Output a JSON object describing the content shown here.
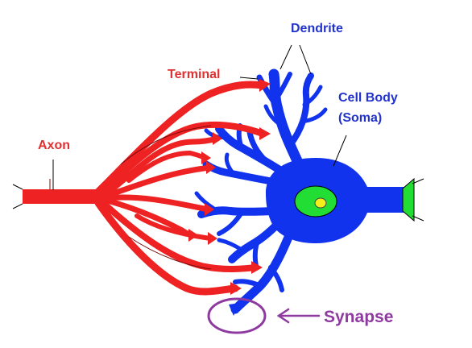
{
  "labels": {
    "dendrite": "Dendrite",
    "terminal": "Terminal",
    "cell_body_line1": "Cell Body",
    "cell_body_line2": "(Soma)",
    "axon": "Axon",
    "synapse": "Synapse"
  },
  "colors": {
    "axon_red": "#ee2222",
    "axon_dark": "#7a0c0c",
    "neuron_blue": "#1133ee",
    "nucleus_green": "#22dd33",
    "nucleolus_yellow": "#f2ef1a",
    "label_red": "#e03030",
    "label_blue": "#2233cc",
    "synapse_purple": "#8e3aa0"
  }
}
